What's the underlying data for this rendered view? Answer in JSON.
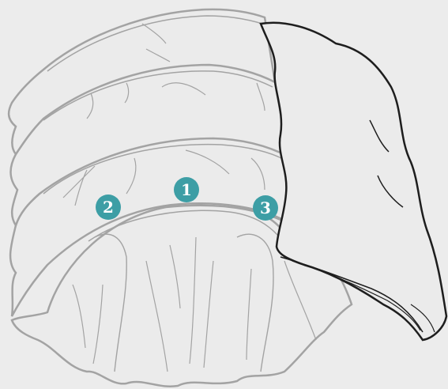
{
  "colors": {
    "background": "#ececec",
    "fabric_fill": "#ebebeb",
    "fabric_outline": "#a3a3a3",
    "fold_outline": "#1e1e1e",
    "marker_fill": "#3d9ea5",
    "marker_text": "#ffffff"
  },
  "markers": [
    {
      "label": "1",
      "icon": "numbered-marker-icon"
    },
    {
      "label": "2",
      "icon": "numbered-marker-icon"
    },
    {
      "label": "3",
      "icon": "numbered-marker-icon"
    }
  ]
}
